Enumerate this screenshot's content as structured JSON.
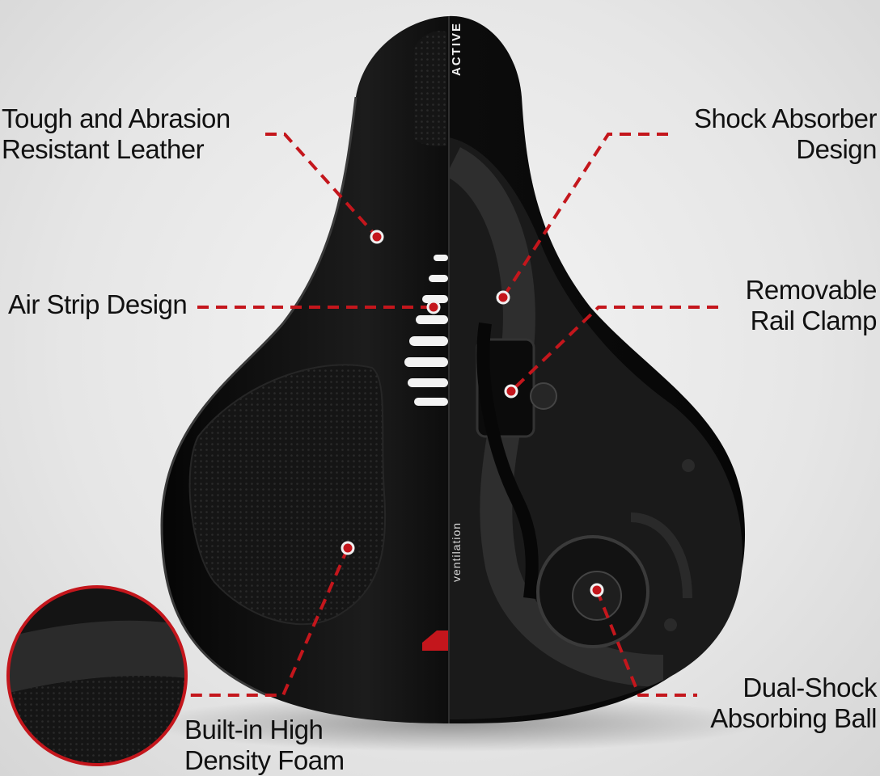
{
  "callouts": {
    "leather": [
      "Tough and Abrasion",
      "Resistant Leather"
    ],
    "shock": [
      "Shock Absorber",
      "Design"
    ],
    "air": [
      "Air Strip Design"
    ],
    "rail": [
      "Removable",
      "Rail Clamp"
    ],
    "foam": [
      "Built-in High",
      "Density Foam"
    ],
    "ball": [
      "Dual-Shock",
      "Absorbing Ball"
    ]
  },
  "brand": {
    "active": "ACTIVE",
    "ventilation": "ventilation"
  },
  "colors": {
    "accent": "#c4161c",
    "saddle": "#111111"
  }
}
